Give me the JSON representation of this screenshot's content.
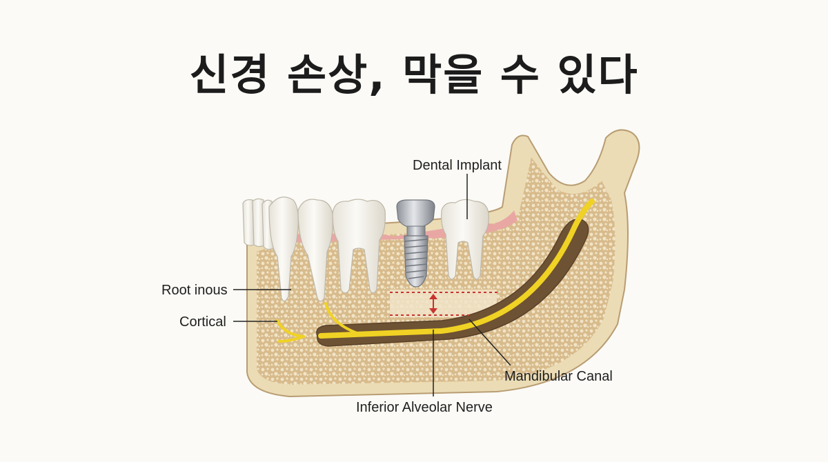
{
  "title": "신경 손상, 막을 수 있다",
  "labels": {
    "dental_implant": "Dental Implant",
    "root_inous": "Root inous",
    "cortical": "Cortical",
    "mandibular_canal": "Mandibular Canal",
    "inferior_alveolar_nerve": "Inferior Alveolar Nerve"
  },
  "colors": {
    "bone": "#e8d8b0",
    "cortical_bone": "#ebdcb5",
    "cancellous": "#c9a97b",
    "gum": "#e9a7a4",
    "tooth": "#f6f4ee",
    "implant": "#b8bcc2",
    "nerve": "#f0d224",
    "canal": "#7a5e3d",
    "safety_marker": "#c8322f"
  }
}
